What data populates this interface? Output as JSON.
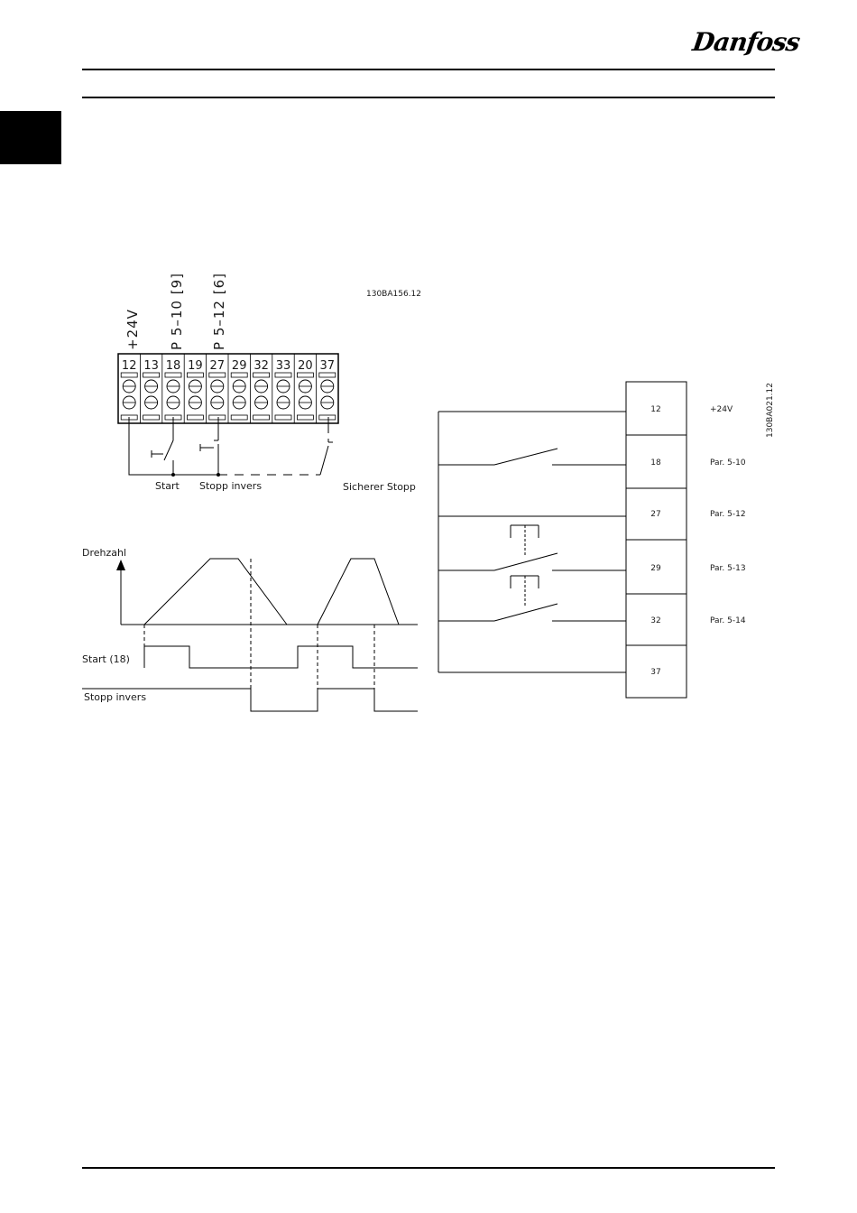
{
  "header": {
    "brand": "Danfoss"
  },
  "diagram_left": {
    "code": "130BA156.12",
    "vertical_labels": [
      "+24V",
      "P 5–10 [9]",
      "P 5–12 [6]"
    ],
    "terminals": [
      "12",
      "13",
      "18",
      "19",
      "27",
      "29",
      "32",
      "33",
      "20",
      "37"
    ],
    "switch_labels": {
      "start": "Start",
      "stop_inverse": "Stopp invers",
      "safe_stop": "Sicherer Stopp"
    }
  },
  "timing": {
    "speed_label": "Drehzahl",
    "start_label": "Start (18)",
    "stop_label": "Stopp invers"
  },
  "diagram_right": {
    "code": "130BA021.12",
    "rows": [
      {
        "terminal": "12",
        "label": "+24V"
      },
      {
        "terminal": "18",
        "label": "Par. 5-10"
      },
      {
        "terminal": "27",
        "label": "Par. 5-12"
      },
      {
        "terminal": "29",
        "label": "Par. 5-13"
      },
      {
        "terminal": "32",
        "label": "Par. 5-14"
      },
      {
        "terminal": "37",
        "label": ""
      }
    ]
  }
}
